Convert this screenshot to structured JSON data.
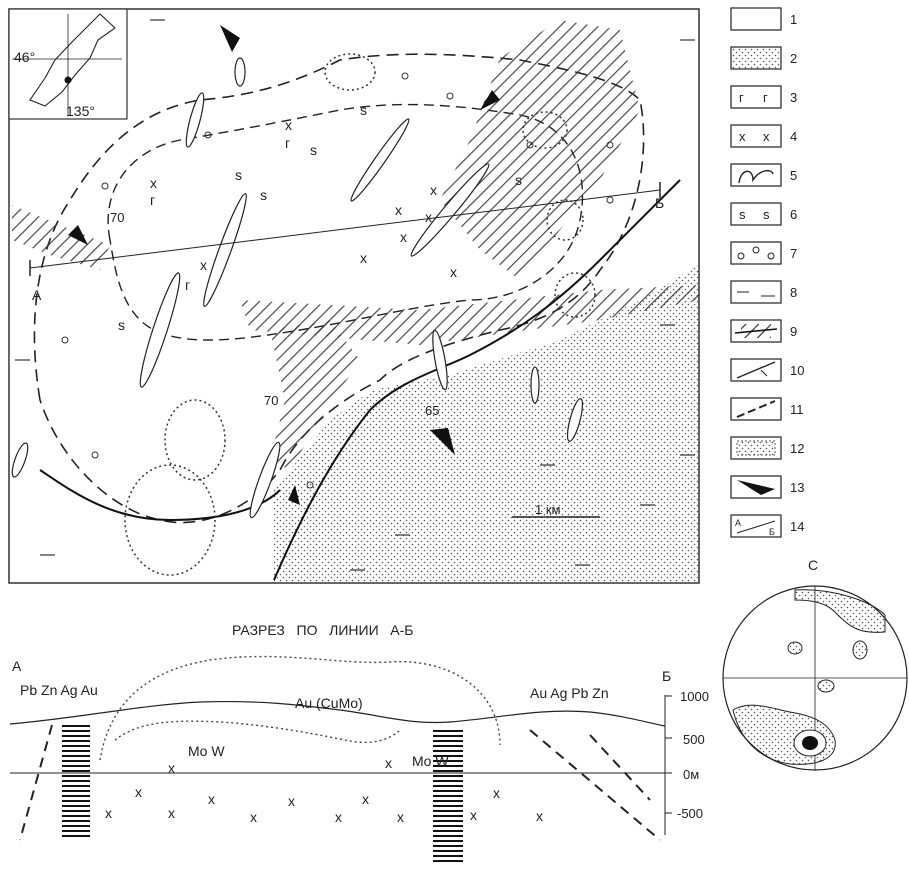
{
  "inset": {
    "lat": "46°",
    "lon": "135°"
  },
  "map_labels": {
    "section_start": "А",
    "section_end": "Б",
    "dip_1": "70",
    "dip_2": "70",
    "dip_3": "65",
    "scale": "1 км"
  },
  "legend": {
    "items": [
      {
        "n": "1",
        "icon": "blank-icon"
      },
      {
        "n": "2",
        "icon": "dotted-fill-icon"
      },
      {
        "n": "3",
        "icon": "gamma-symbol-icon"
      },
      {
        "n": "4",
        "icon": "x-symbol-icon"
      },
      {
        "n": "5",
        "icon": "dike-outline-icon"
      },
      {
        "n": "6",
        "icon": "s-symbol-icon"
      },
      {
        "n": "7",
        "icon": "circles-icon"
      },
      {
        "n": "8",
        "icon": "dashes-icon"
      },
      {
        "n": "9",
        "icon": "hatch-zone-arrow-icon"
      },
      {
        "n": "10",
        "icon": "fault-tick-icon"
      },
      {
        "n": "11",
        "icon": "dashed-fault-icon"
      },
      {
        "n": "12",
        "icon": "dotted-contour-icon"
      },
      {
        "n": "13",
        "icon": "bold-arrow-icon"
      },
      {
        "n": "14",
        "icon": "section-line-icon"
      }
    ]
  },
  "section": {
    "title": "РАЗРЕЗ   ПО   ЛИНИИ   А-Б",
    "start": "А",
    "end": "Б",
    "metals_left": "Pb Zn Ag Au",
    "metals_center": "Au (CuMo)",
    "metals_right": "Au Ag Pb Zn",
    "mo_w_1": "Mo W",
    "mo_w_2": "Mo W",
    "axis_ticks": [
      "1000",
      "500",
      "0м",
      "-500"
    ]
  },
  "stereonet": {
    "north": "С"
  }
}
